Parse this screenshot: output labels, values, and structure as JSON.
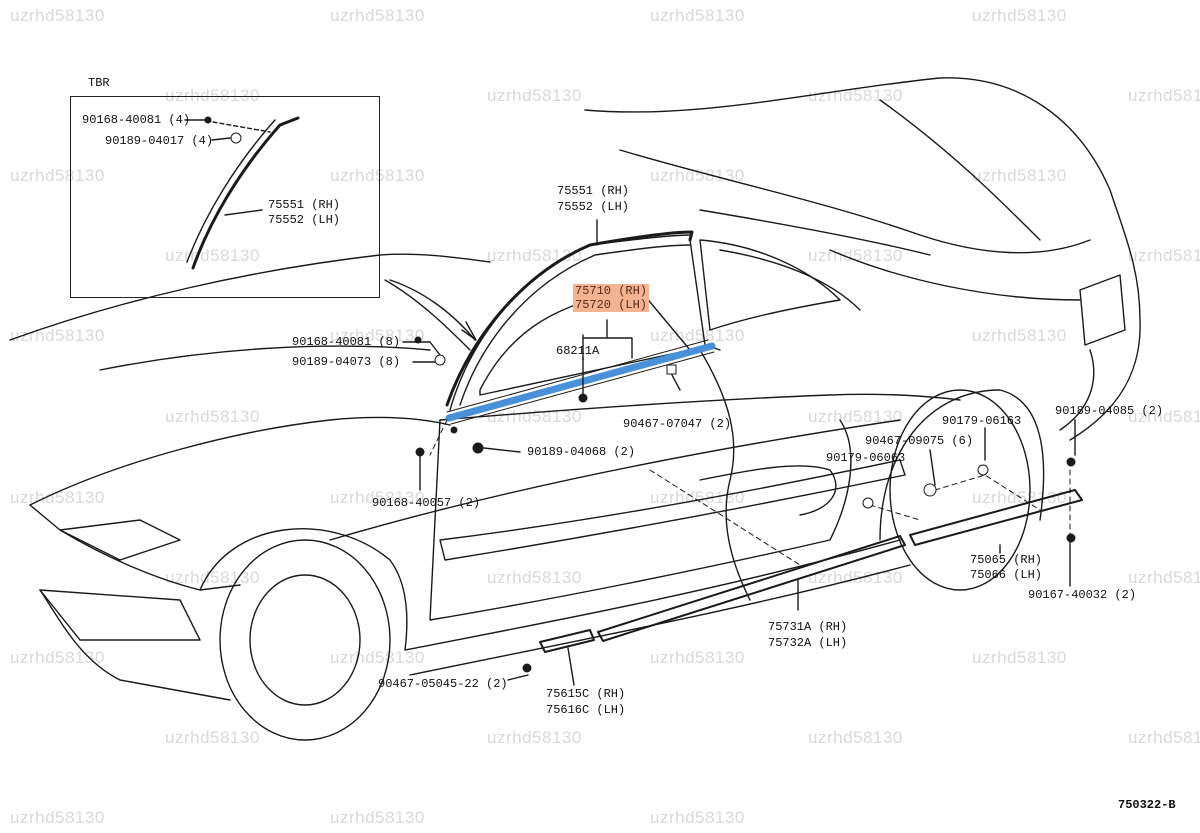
{
  "watermark": "uzrhd58130",
  "figure_code": "750322-B",
  "inset": {
    "title": "TBR",
    "labels": [
      "90168-40081 (4)",
      "90189-04017 (4)",
      "75551 (RH)",
      "75552 (LH)"
    ]
  },
  "parts": {
    "outer_rh": "75551 (RH)",
    "outer_lh": "75552 (LH)",
    "belt_rh": "75710 (RH)",
    "belt_lh": "75720 (LH)",
    "clip_68211a": "68211A",
    "p_90168_40081": "90168-40081 (8)",
    "p_90189_04073": "90189-04073 (8)",
    "p_90467_07047": "90467-07047 (2)",
    "p_90189_04068": "90189-04068 (2)",
    "p_90168_40057": "90168-40057 (2)",
    "p_90179_06163": "90179-06163",
    "p_90189_04085": "90189-04085 (2)",
    "p_90467_09075": "90467-09075 (6)",
    "p_90179_06063": "90179-06063",
    "p_75065": "75065 (RH)",
    "p_75066": "75066 (LH)",
    "p_90167_40032": "90167-40032 (2)",
    "p_75731a": "75731A (RH)",
    "p_75732a": "75732A (LH)",
    "p_90467_05045": "90467-05045-22 (2)",
    "p_75615c": "75615C (RH)",
    "p_75616c": "75616C (LH)"
  },
  "colors": {
    "line": "#1a1a1a",
    "highlight_part": "#4a90d9",
    "highlight_label": "#f4b393",
    "watermark": "#d9d9d9"
  }
}
